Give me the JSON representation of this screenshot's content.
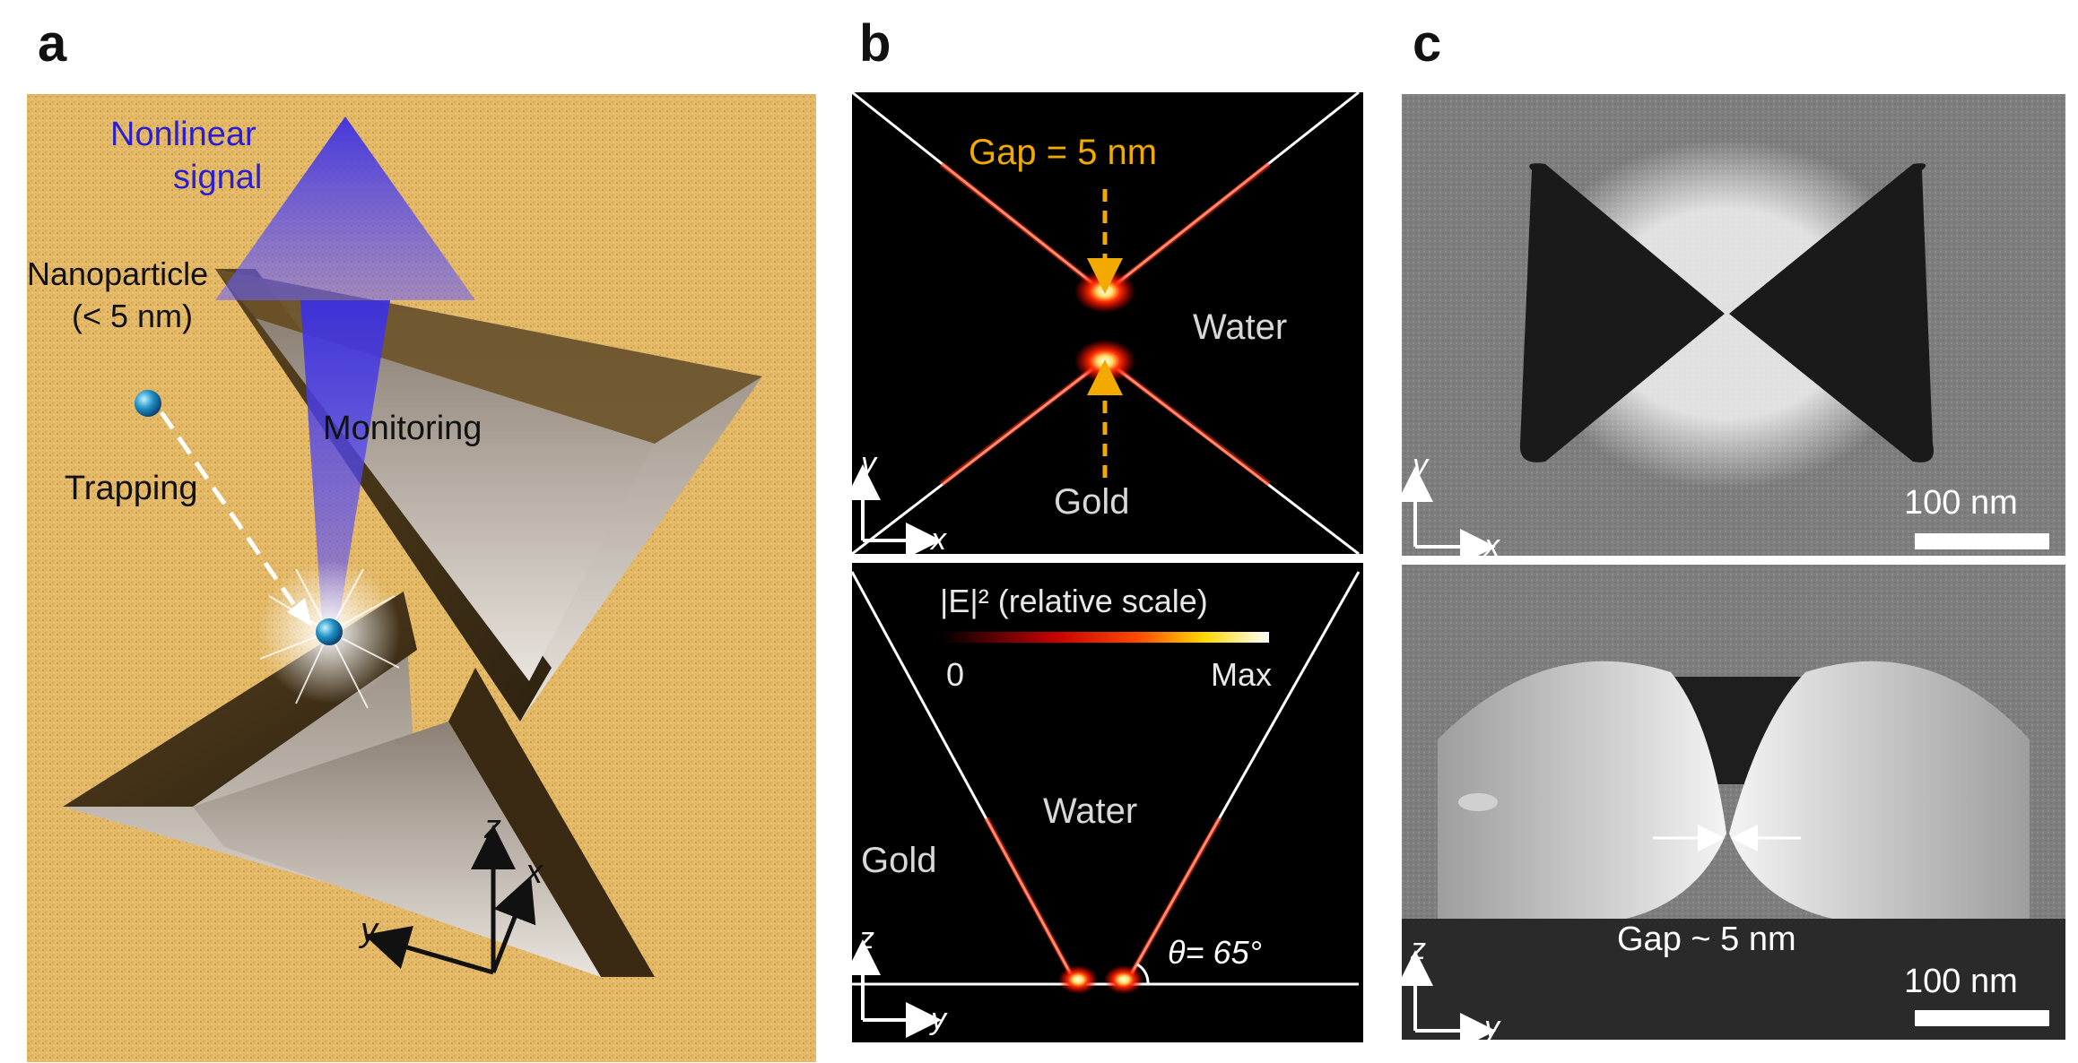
{
  "panels": {
    "a": {
      "letter": "a",
      "nonlinear_line1": "Nonlinear",
      "nonlinear_line2": "signal",
      "nanoparticle_line1": "Nanoparticle",
      "nanoparticle_line2": "(< 5 nm)",
      "monitoring": "Monitoring",
      "trapping": "Trapping",
      "axis_z": "z",
      "axis_x": "x",
      "axis_y": "y"
    },
    "b": {
      "letter": "b",
      "gap": "Gap = 5 nm",
      "water_top": "Water",
      "gold_top": "Gold",
      "axis_y_top": "y",
      "axis_x_top": "x",
      "scale_label": "|E|² (relative scale)",
      "scale_min": "0",
      "scale_max": "Max",
      "water_bottom": "Water",
      "gold_bottom": "Gold",
      "axis_z_bottom": "z",
      "axis_y_bottom": "y",
      "angle": "θ= 65°"
    },
    "c": {
      "letter": "c",
      "axis_y_top": "y",
      "axis_x_top": "x",
      "scale_top": "100 nm",
      "gap": "Gap ~ 5 nm",
      "axis_z_bottom": "z",
      "axis_y_bottom": "y",
      "scale_bottom": "100 nm"
    }
  },
  "colors": {
    "gold_surface": "#e0b35a",
    "arrow_blue": "#3b33d6",
    "label_blue": "#2a1fd0",
    "gap_orange": "#f2a900",
    "field_red": "#ff2a00",
    "sem_gray": "#8a8a8a"
  }
}
